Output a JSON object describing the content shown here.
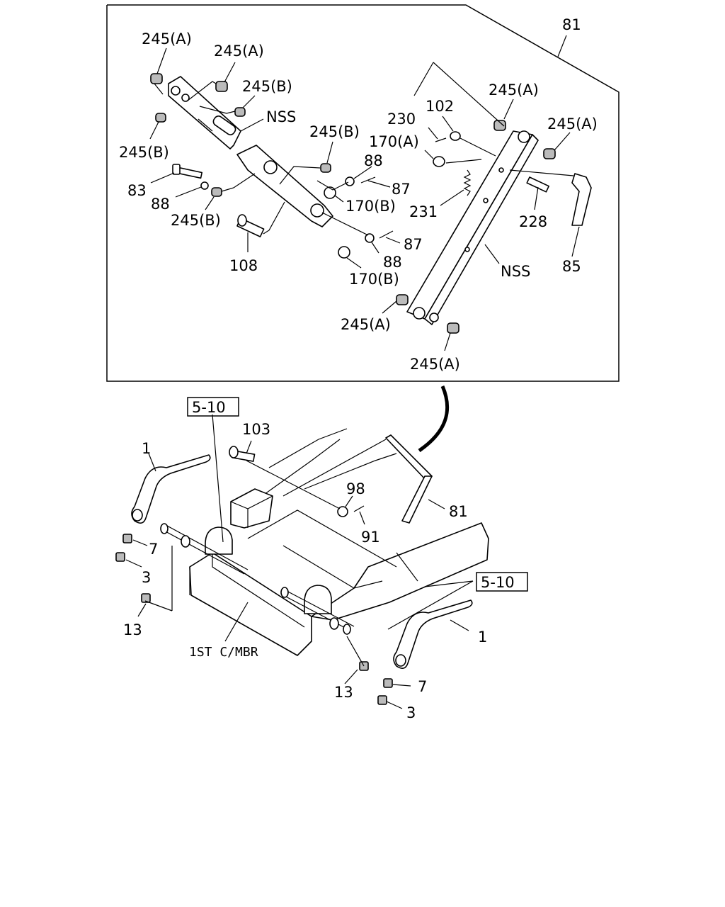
{
  "labels": {
    "l81_top": "81",
    "l245A_1": "245(A)",
    "l245A_2": "245(A)",
    "l245B_1": "245(B)",
    "lNSS_1": "NSS",
    "l245B_2": "245(B)",
    "l245B_3": "245(B)",
    "l88_1": "88",
    "l87_1": "87",
    "l170B_1": "170(B)",
    "l83": "83",
    "l88_2": "88",
    "l245B_4": "245(B)",
    "l108": "108",
    "l87_2": "87",
    "l88_3": "88",
    "l170B_2": "170(B)",
    "l230": "230",
    "l102": "102",
    "l170A": "170(A)",
    "l245A_3": "245(A)",
    "l245A_4": "245(A)",
    "l231": "231",
    "l228": "228",
    "l85": "85",
    "lNSS_2": "NSS",
    "l245A_5": "245(A)",
    "l245A_6": "245(A)",
    "ref_1": "5-10",
    "ref_2": "5-10",
    "l103": "103",
    "l1_left": "1",
    "l98": "98",
    "l91": "91",
    "l81_bottom": "81",
    "l7_left": "7",
    "l3_left": "3",
    "l13_left": "13",
    "l1st_cmbr": "1ST C/MBR",
    "l1_right": "1",
    "l13_right": "13",
    "l7_right": "7",
    "l3_right": "3"
  }
}
